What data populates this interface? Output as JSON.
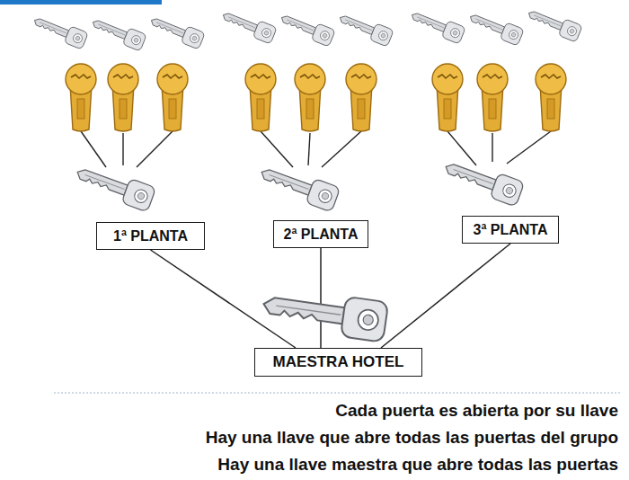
{
  "diagram": {
    "nodes": [
      {
        "text": [
          "1ª PLANTA"
        ]
      },
      {
        "text": [
          "2ª PLANTA"
        ]
      },
      {
        "text": [
          "3ª PLANTA"
        ]
      },
      {
        "text": [
          "MAESTRA HOTEL"
        ]
      }
    ],
    "edges": [
      {
        "from": 0,
        "to": 3,
        "arrow": "none"
      },
      {
        "from": 1,
        "to": 3,
        "arrow": "none"
      },
      {
        "from": 2,
        "to": 3,
        "arrow": "none"
      }
    ],
    "labels": [
      "Cada puerta es abierta por su llave",
      "Hay una llave que abre todas las puertas del grupo",
      "Hay una llave maestra que abre todas las puertas"
    ]
  }
}
